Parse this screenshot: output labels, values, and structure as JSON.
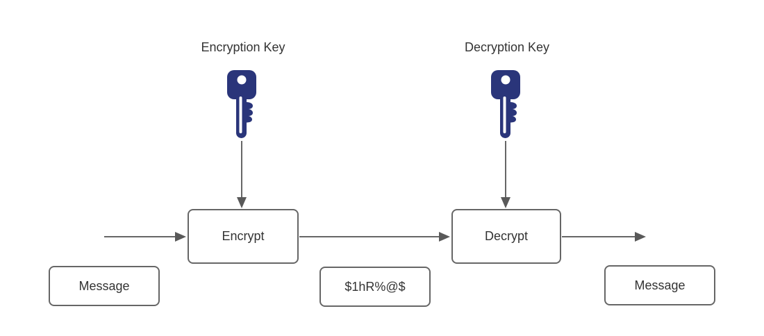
{
  "diagram": {
    "description": "Symmetric encryption flow diagram",
    "labels": {
      "encryption_key": "Encryption Key",
      "decryption_key": "Decryption Key"
    },
    "nodes": {
      "encrypt": "Encrypt",
      "decrypt": "Decrypt",
      "message_left": "Message",
      "ciphertext": "$1hR%@$",
      "message_right": "Message"
    },
    "icons": {
      "left": "key-icon",
      "right": "key-icon"
    },
    "colors": {
      "key_fill": "#2a357a",
      "line": "#666666",
      "arrowhead": "#595959",
      "box_border": "#666666",
      "text": "#333333",
      "background": "#ffffff"
    },
    "flow": "Message -> Encrypt (with Encryption Key) -> $1hR%@$ -> Decrypt (with Decryption Key) -> Message"
  }
}
